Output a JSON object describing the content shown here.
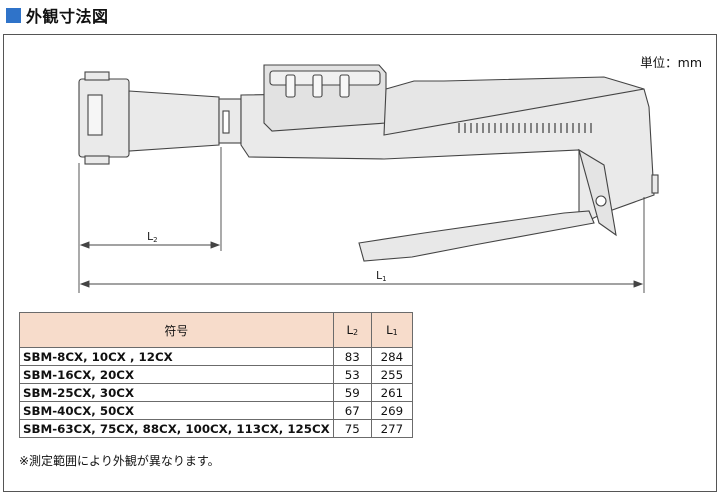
{
  "heading": "外観寸法図",
  "unit_label": "単位：mm",
  "dimensions": {
    "l2": {
      "letter": "L",
      "sub": "2"
    },
    "l1": {
      "letter": "L",
      "sub": "1"
    }
  },
  "table": {
    "header_symbol": "符号",
    "header_l2": {
      "letter": "L",
      "sub": "2"
    },
    "header_l1": {
      "letter": "L",
      "sub": "1"
    },
    "rows": [
      {
        "symbol": "SBM-8CX, 10CX , 12CX",
        "l2": "83",
        "l1": "284"
      },
      {
        "symbol": "SBM-16CX, 20CX",
        "l2": "53",
        "l1": "255"
      },
      {
        "symbol": "SBM-25CX, 30CX",
        "l2": "59",
        "l1": "261"
      },
      {
        "symbol": "SBM-40CX, 50CX",
        "l2": "67",
        "l1": "269"
      },
      {
        "symbol": "SBM-63CX, 75CX, 88CX, 100CX, 113CX, 125CX",
        "l2": "75",
        "l1": "277"
      }
    ]
  },
  "note": "※測定範囲により外観が異なります。",
  "colors": {
    "title_square": "#2f73c9",
    "table_header_bg": "#f7dccb",
    "drawing_fill": "#eaeaea",
    "drawing_stroke": "#444444"
  }
}
